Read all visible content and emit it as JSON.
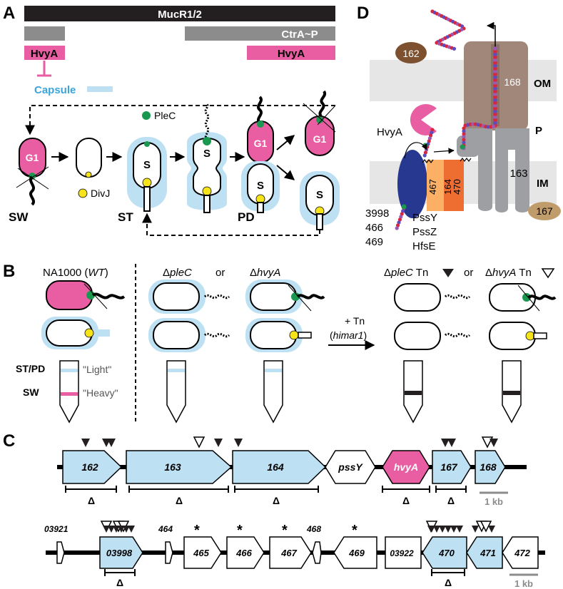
{
  "panels": {
    "a": "A",
    "b": "B",
    "c": "C",
    "d": "D"
  },
  "colors": {
    "capsule": "#bde0f3",
    "hvya": "#e95ea3",
    "cell_outline": "#000000",
    "plec": "#1a9850",
    "divj": "#f7e31a",
    "grey_bar": "#8c8c8c",
    "dark_bar": "#231f20",
    "membrane": "#e6e6e6",
    "channel": "#a0877a",
    "pore": "#9d9fa2",
    "pssy_protein": "#273891",
    "p467": "#fbb065",
    "p464": "#ee6e31",
    "p162": "#7d5130",
    "p167": "#c19c6b"
  },
  "panel_a": {
    "mucr": "MucR1/2",
    "ctra": "CtrA~P",
    "hvya_left": "HvyA",
    "hvya_right": "HvyA",
    "capsule": "Capsule",
    "plec": "PleC",
    "divj": "DivJ",
    "g1": "G1",
    "s": "S",
    "stage_sw": "SW",
    "stage_st": "ST",
    "stage_pd": "PD"
  },
  "panel_b": {
    "wt_pre": "NA1000 (",
    "wt_italic": "WT",
    "wt_post": ")",
    "delta": "Δ",
    "plec": "pleC",
    "or": "or",
    "hvya": "hvyA",
    "tn_plus": "+ Tn",
    "tn_name": "himar1",
    "tn_suffix": " Tn",
    "st_pd": "ST/PD",
    "sw": "SW",
    "light": "\"Light\"",
    "heavy": "\"Heavy\""
  },
  "panel_c": {
    "row1_genes": [
      "162",
      "163",
      "164",
      "pssY",
      "hvyA",
      "167",
      "168"
    ],
    "row2_genes": [
      "03921",
      "03998",
      "464",
      "465",
      "466",
      "467",
      "468",
      "469",
      "03922",
      "470",
      "471",
      "472"
    ],
    "delta": "Δ",
    "star": "*",
    "scale": "1 kb"
  },
  "panel_d": {
    "om": "OM",
    "p": "P",
    "im": "IM",
    "hvya": "HvyA",
    "p162": "162",
    "p168": "168",
    "p163": "163",
    "p167": "167",
    "p467": "467",
    "p164": "164",
    "p470": "470",
    "left_ids": [
      "3998",
      "466",
      "469"
    ],
    "pss": [
      "PssY",
      "PssZ",
      "HfsE"
    ]
  }
}
